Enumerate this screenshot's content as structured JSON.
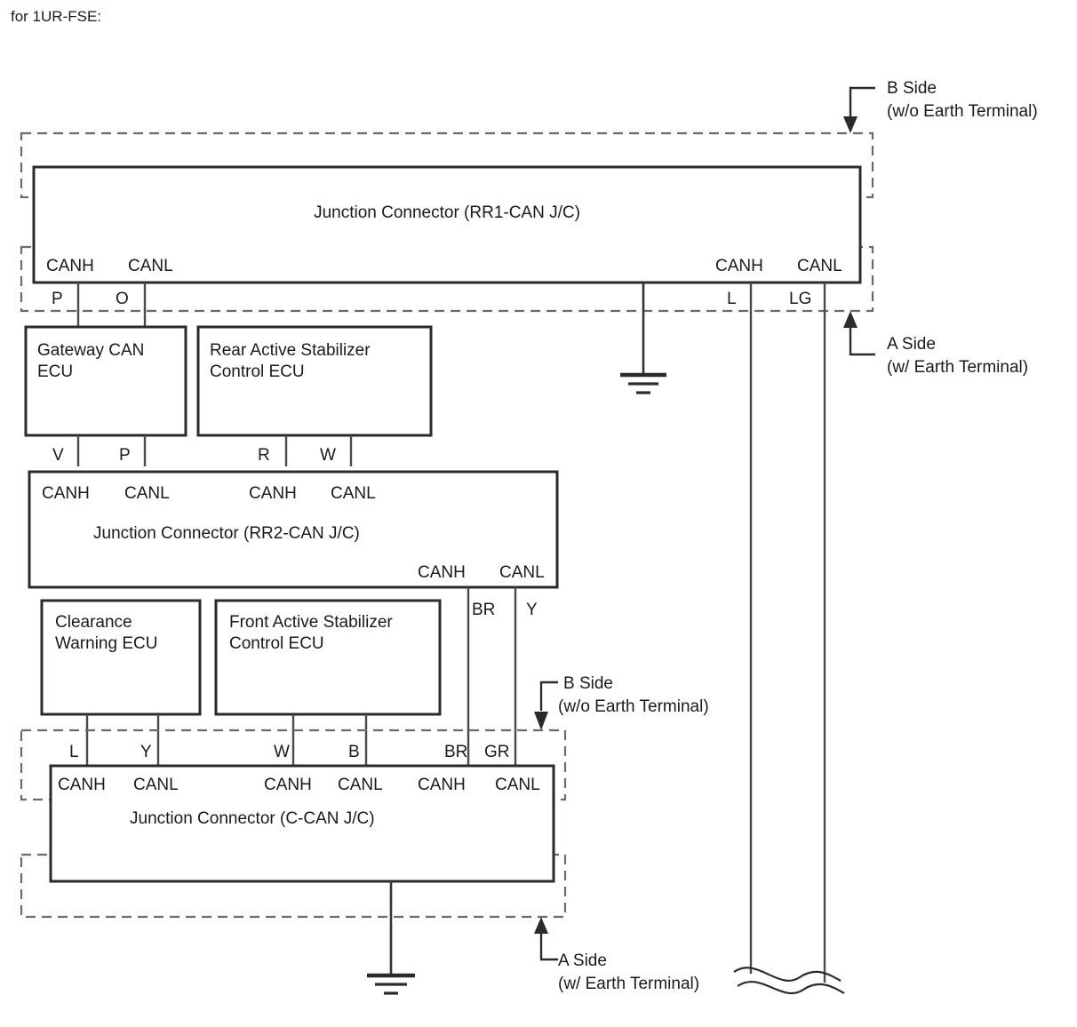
{
  "title": "for 1UR-FSE:",
  "annotations": {
    "b_side_line1": "B Side",
    "b_side_line2": "(w/o Earth Terminal)",
    "a_side_line1": "A Side",
    "a_side_line2": "(w/ Earth Terminal)"
  },
  "colors": {
    "line": "#2b2b2b",
    "dashed": "#6b6b6b",
    "wire": "#4a4a4a",
    "background": "#ffffff"
  },
  "connectors": [
    {
      "id": "rr1",
      "label": "Junction Connector (RR1-CAN J/C)",
      "top_pins": [],
      "bottom_pins": [
        {
          "signal": "CANH",
          "wire_color": "P"
        },
        {
          "signal": "CANL",
          "wire_color": "O"
        },
        {
          "signal": "CANH",
          "wire_color": "L"
        },
        {
          "signal": "CANL",
          "wire_color": "LG"
        }
      ],
      "has_earth": true
    },
    {
      "id": "rr2",
      "label": "Junction Connector (RR2-CAN J/C)",
      "top_pins": [
        {
          "signal": "CANH",
          "wire_color": "V"
        },
        {
          "signal": "CANL",
          "wire_color": "P"
        },
        {
          "signal": "CANH",
          "wire_color": "R"
        },
        {
          "signal": "CANL",
          "wire_color": "W"
        }
      ],
      "bottom_pins": [
        {
          "signal": "CANH",
          "wire_color": "BR"
        },
        {
          "signal": "CANL",
          "wire_color": "Y"
        }
      ],
      "has_earth": false
    },
    {
      "id": "ccan",
      "label": "Junction Connector (C-CAN J/C)",
      "top_pins": [
        {
          "signal": "CANH",
          "wire_color": "L"
        },
        {
          "signal": "CANL",
          "wire_color": "Y"
        },
        {
          "signal": "CANH",
          "wire_color": "W"
        },
        {
          "signal": "CANL",
          "wire_color": "B"
        },
        {
          "signal": "CANH",
          "wire_color": "BR"
        },
        {
          "signal": "CANL",
          "wire_color": "GR"
        }
      ],
      "bottom_pins": [],
      "has_earth": true
    }
  ],
  "ecus": [
    {
      "id": "gateway-can-ecu",
      "line1": "Gateway CAN",
      "line2": "ECU",
      "pins": [
        "V",
        "P"
      ]
    },
    {
      "id": "rear-active-stabilizer-control-ecu",
      "line1": "Rear Active Stabilizer",
      "line2": "Control ECU",
      "pins": [
        "R",
        "W"
      ]
    },
    {
      "id": "clearance-warning-ecu",
      "line1": "Clearance",
      "line2": "Warning ECU",
      "pins": [
        "L",
        "Y"
      ]
    },
    {
      "id": "front-active-stabilizer-control-ecu",
      "line1": "Front Active Stabilizer",
      "line2": "Control ECU",
      "pins": [
        "W",
        "B"
      ]
    }
  ],
  "signal_labels": {
    "canh": "CANH",
    "canl": "CANL"
  },
  "wire_color_codes": [
    "P",
    "O",
    "L",
    "LG",
    "V",
    "R",
    "W",
    "BR",
    "Y",
    "B",
    "GR"
  ]
}
